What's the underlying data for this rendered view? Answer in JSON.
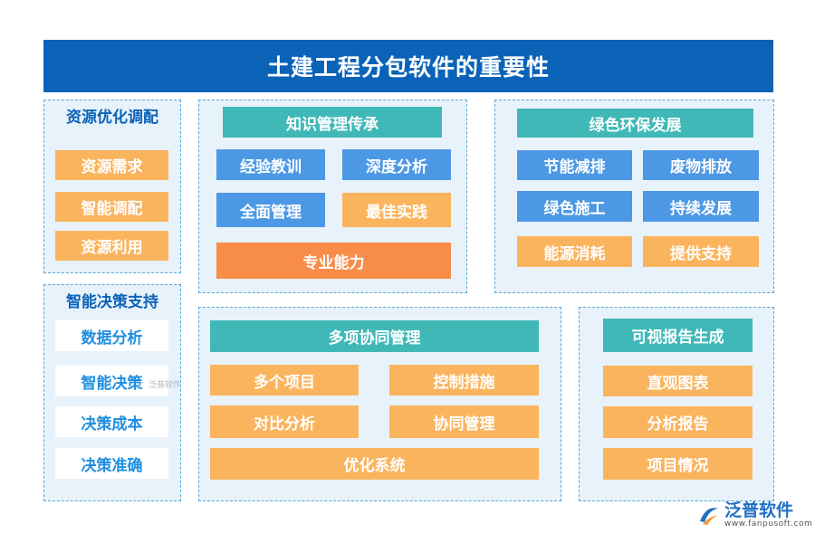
{
  "title": "土建工程分包软件的重要性",
  "resource": {
    "title": "资源优化调配",
    "items": [
      "资源需求",
      "智能调配",
      "资源利用"
    ]
  },
  "decision": {
    "title": "智能决策支持",
    "items": [
      "数据分析",
      "智能决策",
      "决策成本",
      "决策准确"
    ]
  },
  "knowledge": {
    "title": "知识管理传承",
    "items": [
      "经验教训",
      "深度分析",
      "全面管理",
      "最佳实践"
    ],
    "wide": "专业能力"
  },
  "green": {
    "title": "绿色环保发展",
    "items": [
      "节能减排",
      "废物排放",
      "绿色施工",
      "持续发展",
      "能源消耗",
      "提供支持"
    ]
  },
  "collab": {
    "title": "多项协同管理",
    "items": [
      "多个项目",
      "控制措施",
      "对比分析",
      "协同管理"
    ],
    "wide": "优化系统"
  },
  "report": {
    "title": "可视报告生成",
    "items": [
      "直观图表",
      "分析报告",
      "项目情况"
    ]
  },
  "watermark": {
    "center": "泛普软件"
  },
  "logo": {
    "name": "泛普软件",
    "url": "www.fanpusoft.com"
  },
  "colors": {
    "title_bar": "#0b63b8",
    "panel_bg": "#e8f2fb",
    "panel_border": "#5aa9d6",
    "teal": "#40b8b8",
    "blue": "#4d98e4",
    "orange": "#fbb45e",
    "deep_orange": "#f88d4a",
    "white_box_text": "#1f8ee0"
  }
}
